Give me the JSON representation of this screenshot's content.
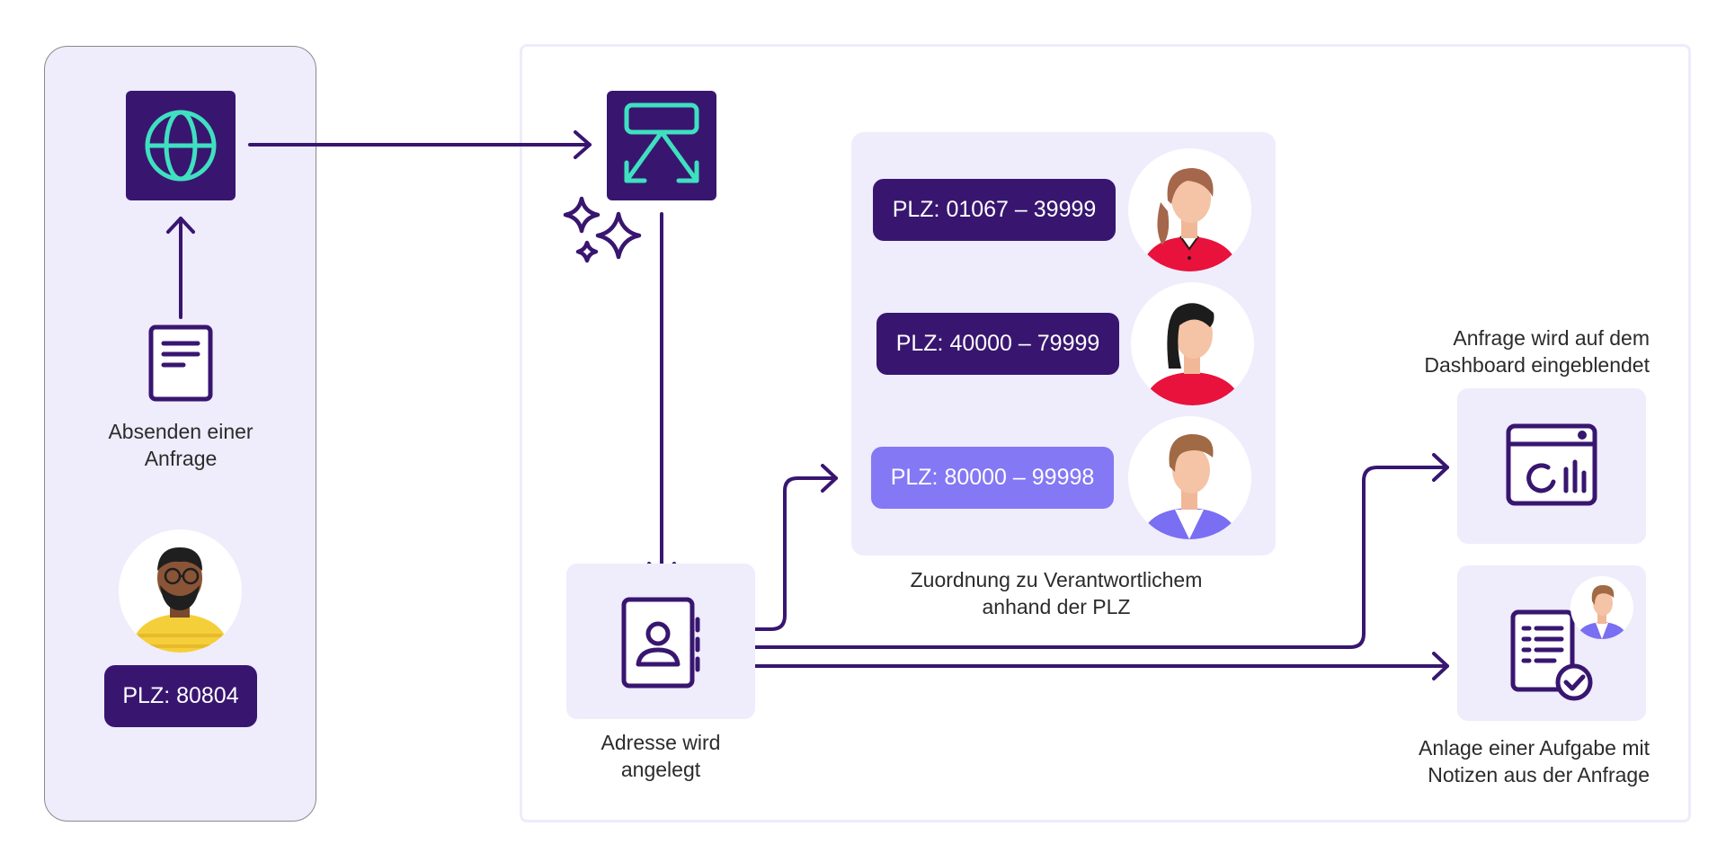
{
  "left": {
    "step_label_line1": "Absenden einer",
    "step_label_line2": "Anfrage",
    "plz_badge": "PLZ: 80804"
  },
  "routing": {
    "ranges": [
      {
        "label": "PLZ: 01067 – 39999"
      },
      {
        "label": "PLZ: 40000 – 79999"
      },
      {
        "label": "PLZ: 80000 – 99998"
      }
    ],
    "caption_line1": "Zuordnung zu Verantwortlichem",
    "caption_line2": "anhand der PLZ"
  },
  "address": {
    "caption_line1": "Adresse wird",
    "caption_line2": "angelegt"
  },
  "dashboard": {
    "caption_line1": "Anfrage wird auf dem",
    "caption_line2": "Dashboard eingeblendet"
  },
  "task": {
    "caption_line1": "Anlage einer Aufgabe mit",
    "caption_line2": "Notizen aus der Anfrage"
  },
  "colors": {
    "dark_purple": "#381670",
    "light_purple_bg": "#efecfc",
    "accent_teal": "#3fe0c0",
    "highlight_pill": "#8478f4"
  }
}
